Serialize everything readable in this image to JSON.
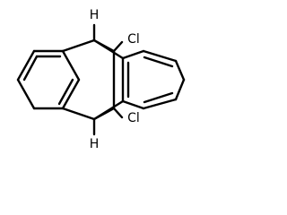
{
  "molecule": {
    "atoms": {
      "h_top": "H",
      "h_bottom": "H",
      "cl_top": "Cl",
      "cl_bottom": "Cl"
    }
  }
}
